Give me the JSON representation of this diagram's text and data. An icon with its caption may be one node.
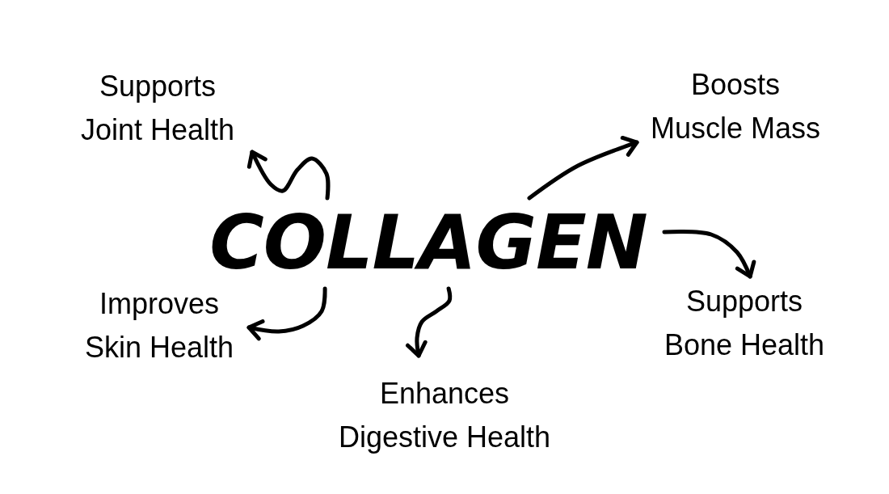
{
  "diagram": {
    "nodes": [
      {
        "text": [
          "Supports Joint Health"
        ]
      },
      {
        "text": [
          "Boosts Muscle Mass"
        ]
      },
      {
        "text": [
          "COLLAGEN"
        ]
      },
      {
        "text": [
          "Improves Skin Health"
        ]
      },
      {
        "text": [
          "Supports Bone Health"
        ]
      },
      {
        "text": [
          "Enhances Digestive Health"
        ]
      }
    ],
    "edges": [
      {
        "from": 2,
        "to": 0,
        "arrow": "to"
      },
      {
        "from": 2,
        "to": 1,
        "arrow": "to"
      },
      {
        "from": 2,
        "to": 4,
        "arrow": "to"
      },
      {
        "from": 2,
        "to": 3,
        "arrow": "to"
      },
      {
        "from": 2,
        "to": 5,
        "arrow": "to"
      }
    ]
  }
}
